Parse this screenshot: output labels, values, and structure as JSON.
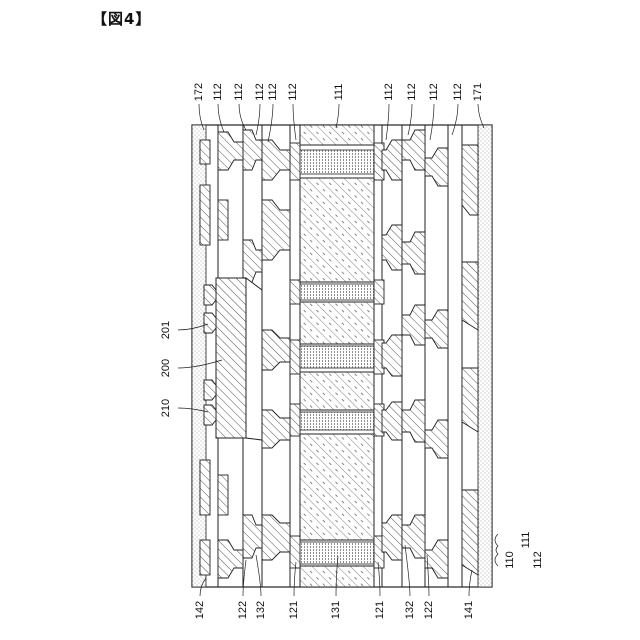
{
  "figure": {
    "title": "【図4】"
  },
  "labels": {
    "top": [
      "172",
      "112",
      "112",
      "112",
      "112",
      "112",
      "111",
      "112",
      "112",
      "112",
      "112",
      "171"
    ],
    "bottom": [
      "142",
      "122",
      "132",
      "121",
      "131",
      "121",
      "132",
      "122",
      "141"
    ],
    "left": [
      "201",
      "200",
      "210"
    ],
    "legend_main": "110",
    "legend_sub": [
      "111",
      "112"
    ]
  },
  "colors": {
    "line": "#222222",
    "hatch": "#555555",
    "dots": "#8a8a8a",
    "background": "#ffffff"
  }
}
